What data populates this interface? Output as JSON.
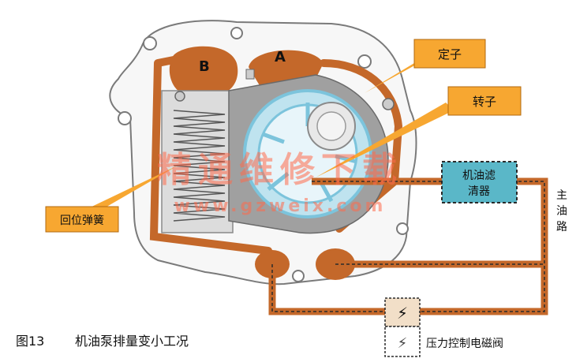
{
  "labels": {
    "chamber_b": "B",
    "chamber_a": "A",
    "stator": "定子",
    "rotor": "转子",
    "return_spring": "回位弹簧",
    "oil_filter_line1": "机油滤",
    "oil_filter_line2": "清器",
    "main_oil_line_1": "主",
    "main_oil_line_2": "油",
    "main_oil_line_3": "路",
    "solenoid": "压力控制电磁阀"
  },
  "caption": {
    "figure_number": "图13",
    "title": "机油泵排量变小工况"
  },
  "watermark": {
    "cn": "精通维修下载",
    "url": "www.gzweix.com"
  },
  "colors": {
    "oil": "#c4682a",
    "callout": "#f7a731",
    "filter": "#5ab7c8",
    "housing": "#9a9a9a",
    "rotor_blue": "#7cc4dc"
  }
}
